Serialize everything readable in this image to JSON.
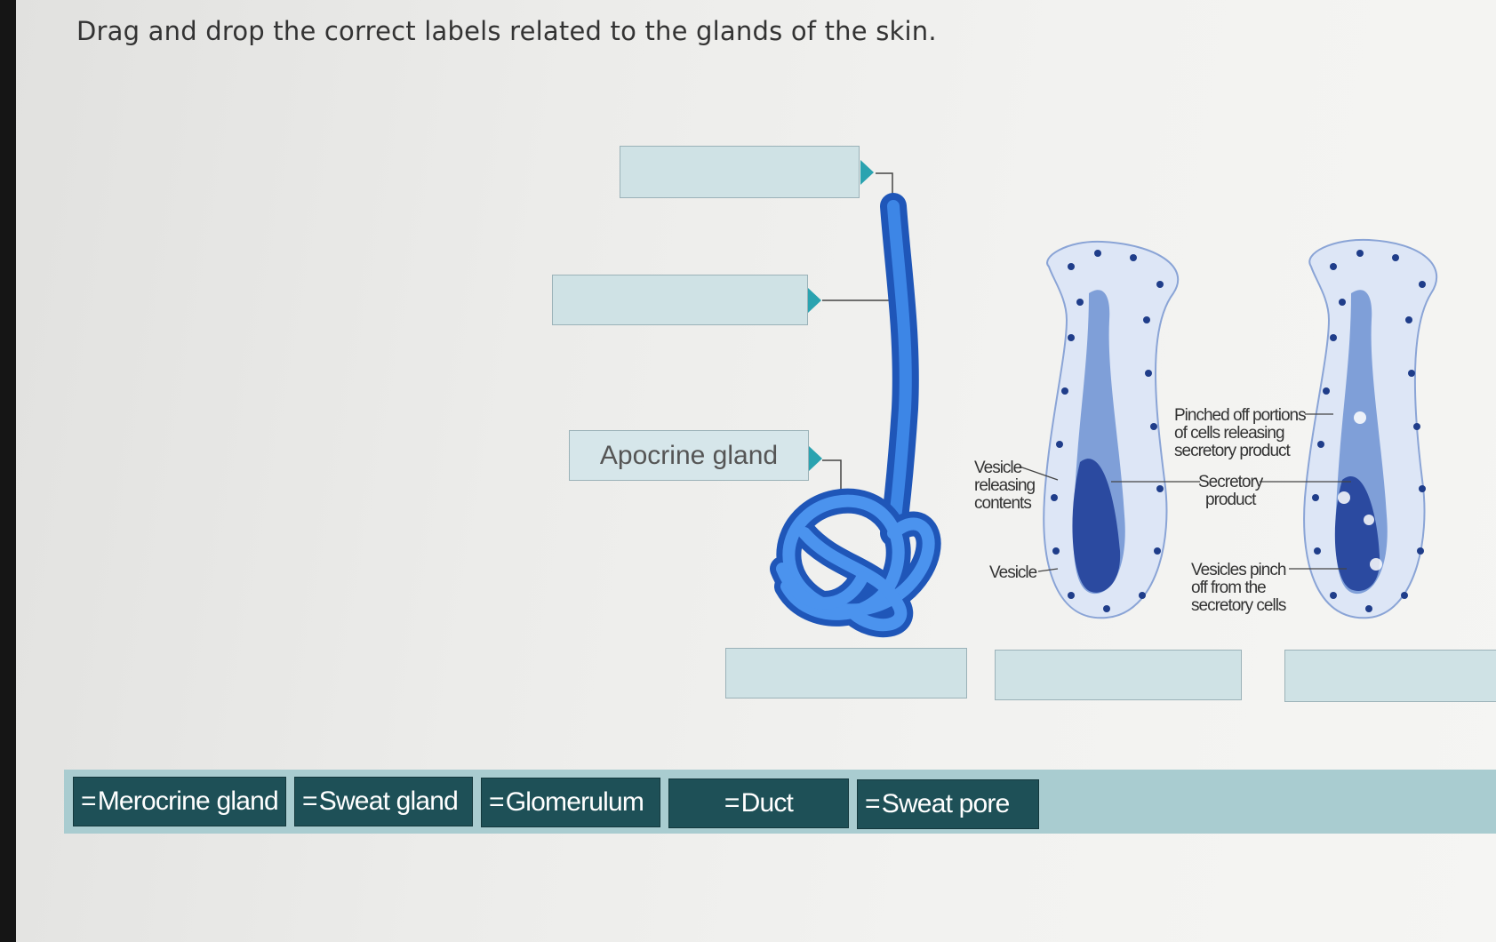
{
  "instruction": "Drag and drop the correct labels related to the glands of the skin.",
  "drop_zones": {
    "top": "",
    "middle": "",
    "apocrine": "Apocrine gland",
    "bottom_left": "",
    "bottom_middle": "",
    "bottom_right": ""
  },
  "diagram_labels": {
    "vesicle_releasing": [
      "Vesicle",
      "releasing",
      "contents"
    ],
    "vesicle": "Vesicle",
    "pinched_off": [
      "Pinched off portions",
      "of cells releasing",
      "secretory product"
    ],
    "secretory_product": [
      "Secretory",
      "product"
    ],
    "vesicles_pinch": [
      "Vesicles pinch",
      "off from the",
      "secretory cells"
    ]
  },
  "label_bank": {
    "grip_icon": "=",
    "items": [
      "Merocrine gland",
      "Sweat gland",
      "Glomerulum",
      "Duct",
      "Sweat pore"
    ]
  },
  "colors": {
    "drop_zone_fill": "#cfe2e5",
    "pointer": "#2aa3b0",
    "chip_fill": "#1e5057",
    "bank_fill": "#a9ccd0",
    "gland_blue": "#2f6fd1"
  }
}
